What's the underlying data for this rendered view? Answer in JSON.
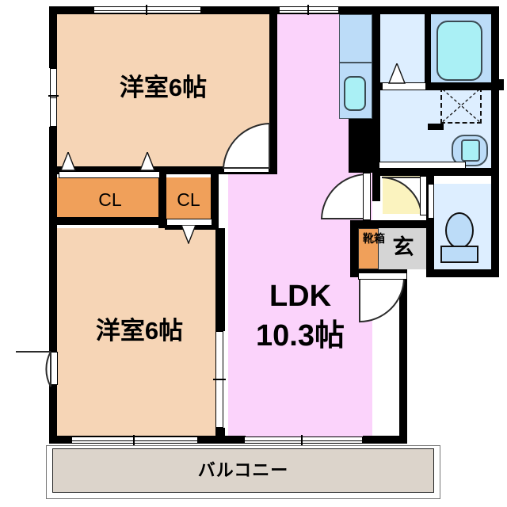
{
  "plan": {
    "type": "japanese-floor-plan",
    "layout_name": "2LDK",
    "rooms": [
      {
        "id": "washitsu-top",
        "label": "洋室6帖",
        "kind": "western-room",
        "size_jo": 6,
        "color": "#f6d5b6"
      },
      {
        "id": "washitsu-bottom",
        "label": "洋室6帖",
        "kind": "western-room",
        "size_jo": 6,
        "color": "#f6d5b6"
      },
      {
        "id": "ldk",
        "label_line1": "LDK",
        "label_line2": "10.3帖",
        "kind": "living-dining-kitchen",
        "size_jo": 10.3,
        "color": "#fbd3fb"
      },
      {
        "id": "closet-large",
        "label": "CL",
        "kind": "closet",
        "color": "#f0a05a"
      },
      {
        "id": "closet-small",
        "label": "CL",
        "kind": "closet",
        "color": "#f0a05a"
      },
      {
        "id": "genkan",
        "label": "玄",
        "kind": "entrance",
        "color": "#d5d5d5"
      },
      {
        "id": "shoebox",
        "label": "靴箱",
        "kind": "shoe-cabinet",
        "color": "#f0a05a"
      },
      {
        "id": "balcony",
        "label": "バルコニー",
        "kind": "balcony",
        "color": "#dcd4cb"
      }
    ],
    "fixtures": [
      {
        "id": "bathtub",
        "name": "bathtub",
        "color": "#aaf0f5"
      },
      {
        "id": "kitchen-sink",
        "name": "kitchen-sink",
        "color": "#aaf0f5"
      },
      {
        "id": "kitchen-counter",
        "name": "kitchen-counter",
        "color": "#bcdcf8"
      },
      {
        "id": "washing-machine",
        "name": "washing-machine-space",
        "style": "dashed-x"
      },
      {
        "id": "washbasin",
        "name": "washbasin-vanity",
        "color": "#bcdcf8"
      },
      {
        "id": "toilet",
        "name": "toilet",
        "color": "#bcdcf8"
      }
    ],
    "colors": {
      "wall": "#000000",
      "room_fill": "#f6d5b6",
      "ldk_fill": "#fbd3fb",
      "closet_fill": "#f0a05a",
      "wet_fill": "#ddeeff",
      "wet_fill_alt": "#bcdcf8",
      "tub_fill": "#aaf0f5",
      "genkan_fill": "#d5d5d5",
      "hall_fill": "#fbf3bf",
      "balcony_fill": "#dcd4cb",
      "background": "#ffffff"
    }
  }
}
